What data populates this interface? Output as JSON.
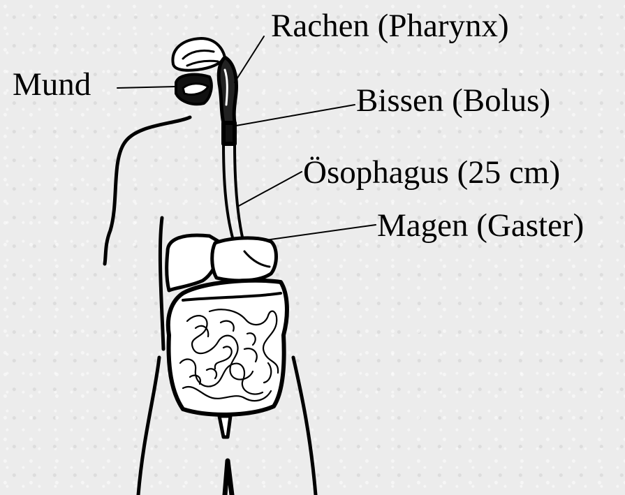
{
  "labels": {
    "pharynx": "Rachen (Pharynx)",
    "mouth": "Mund",
    "bolus": "Bissen (Bolus)",
    "esophagus": "Ösophagus (25 cm)",
    "stomach": "Magen (Gaster)"
  },
  "colors": {
    "ink": "#000000",
    "background": "#ececec"
  }
}
